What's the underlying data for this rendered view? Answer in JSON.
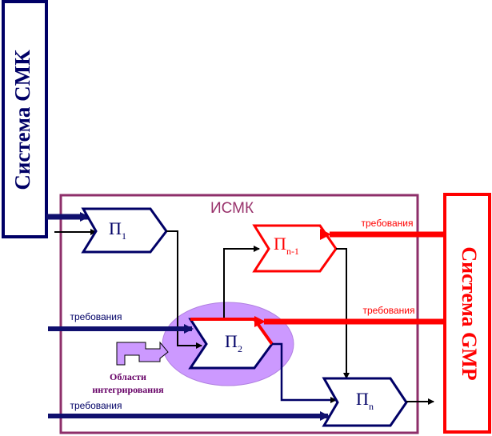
{
  "labels": {
    "smk_system": "Система СМК",
    "gmp_system": "Система GMP",
    "ismk": "ИСМК",
    "integration_areas_line1": "Области",
    "integration_areas_line2": "интегрирования",
    "requirement_top_right": "требования",
    "requirement_mid_right": "требования",
    "requirement_left_mid": "требования",
    "requirement_left_bottom": "требования"
  },
  "processes": {
    "p1": {
      "main": "П",
      "sub": "1"
    },
    "p2": {
      "main": "П",
      "sub": "2"
    },
    "pn1": {
      "main": "П",
      "sub": "n-1"
    },
    "pn": {
      "main": "П",
      "sub": "n"
    }
  },
  "colors": {
    "navy": "#000066",
    "dark_blue_arrow": "#10106e",
    "red": "#ff0000",
    "ismk_frame": "#8e2f6a",
    "ismk_label": "#99336c",
    "integration_ellipse": "#cc99ff",
    "integration_arrow_fill": "#cc99ff",
    "integration_text": "#660066"
  }
}
